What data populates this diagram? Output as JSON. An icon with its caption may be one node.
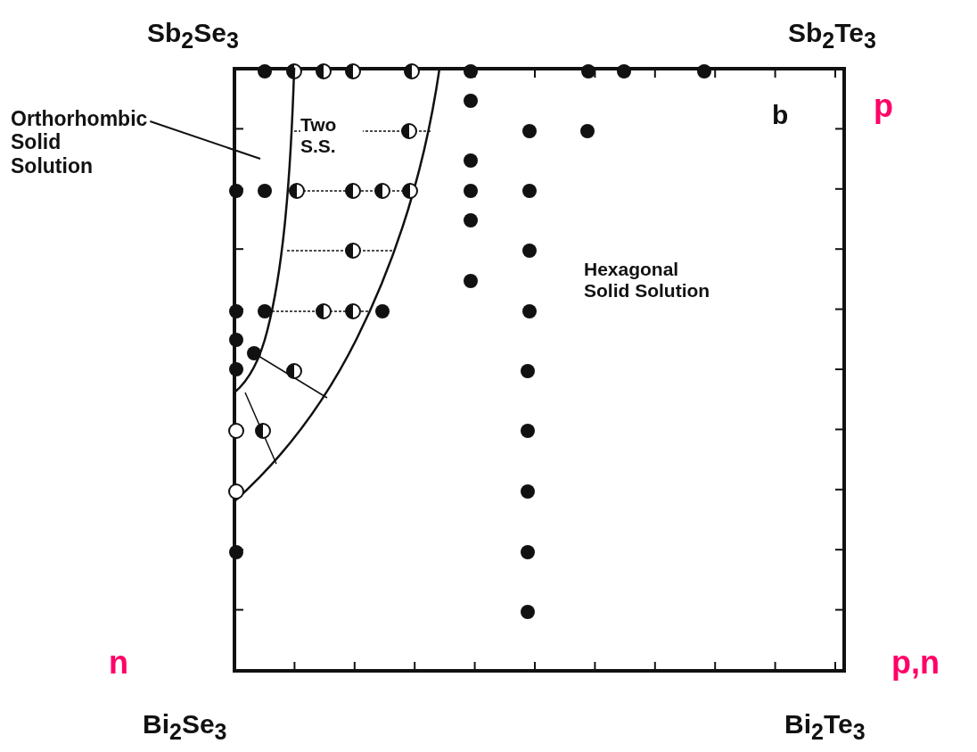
{
  "diagram": {
    "nodes": [
      {
        "text": [
          "Orthorhombic Solid Solution"
        ]
      },
      {
        "text": [],
        "shape": "region"
      }
    ],
    "edges": [
      {
        "from": 0,
        "to": 1,
        "arrow": "none"
      }
    ],
    "labels": [
      "Sb$_{2}$Se$_{3}$",
      "Sb$_{2}$Te$_{3}$",
      "Two S.S.",
      "b",
      "p",
      "Hexagonal Solid Solution",
      "n",
      "p,n",
      "Bi$_{2}$Se$_{3}$",
      "Bi$_{2}$Te$_{3}$"
    ]
  }
}
